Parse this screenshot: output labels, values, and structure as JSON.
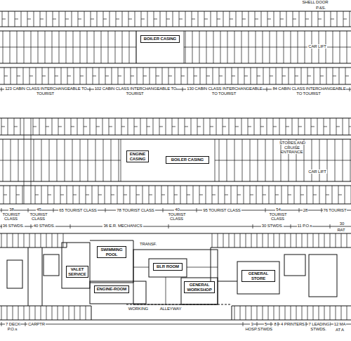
{
  "diagram": {
    "nodes": [
      {
        "text": [
          "BOILER CASING"
        ]
      },
      {
        "text": [
          "ENGINE CASING"
        ]
      },
      {
        "text": [
          "BOILER CASING"
        ]
      },
      {
        "text": [
          "SWIMMING POOL"
        ]
      },
      {
        "text": [
          "VALET SERVICE"
        ]
      },
      {
        "text": [
          "BLR ROOM"
        ]
      },
      {
        "text": [
          "ENGINE-ROOM"
        ]
      },
      {
        "text": [
          "GENERAL WORKSHOP"
        ]
      },
      {
        "text": [
          "GENERAL STORE"
        ]
      }
    ],
    "labels": [
      "SHELL DOOR",
      "P.&S.",
      "CAR LIFT",
      "123 CABIN CLASS INTERCHANGEABLE TO TOURIST",
      "102 CABIN CLASS INTERCHANGEABLE TO TOURIST",
      "130 CABIN CLASS INTERCHANGEABLE TO TOURIST",
      "84 CABIN CLASS INTERCHANGEABLE TO TOURIST",
      "STORES AND CRUISE ENTRANCE",
      "CAR LIFT",
      "38 TOURIST CLASS",
      "45 TOURIST CLASS",
      "65 TOURIST CLASS",
      "78 TOURIST CLASS",
      "40 TOURIST CLASS",
      "95 TOURIST CLASS",
      "54 TOURIST CLASS",
      "28",
      "76 TOURIST",
      "36 STWDS.",
      "40 STWDS.",
      "36 E.R. MECHANICS",
      "30 STWDS.",
      "11 P.O.s",
      "30",
      "RAT",
      "TRANSF.",
      "WORKING",
      "ALLEYWAY",
      "7 DECK P.O.s",
      "CARPTR",
      "3 HOSP.",
      "5 STWDS",
      "8",
      "4 PRINTERS",
      "7 LEADING STWDS.",
      "12 MA",
      "AT A"
    ]
  }
}
